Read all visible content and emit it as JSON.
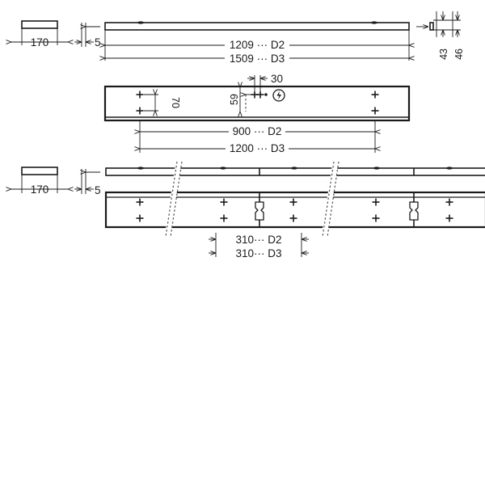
{
  "views": {
    "single_front": {
      "cross_section_width_label": "170",
      "end_cap_label": "5",
      "length_d2_label": "1209 ··· D2",
      "length_d3_label": "1509 ··· D3",
      "height_outer_label": "46",
      "height_inner_label": "43"
    },
    "single_top": {
      "mount_offset_label": "30",
      "hole_spacing_v_label": "70",
      "connector_offset_label": "59",
      "hole_spacing_d2_label": "900 ··· D2",
      "hole_spacing_d3_label": "1200 ··· D3",
      "power_symbol": "power-connection-icon"
    },
    "continuous_row": {
      "cross_section_width_label": "170",
      "end_cap_label": "5",
      "joint_spacing_d2_label": "310··· D2",
      "joint_spacing_d3_label": "310··· D3"
    }
  }
}
